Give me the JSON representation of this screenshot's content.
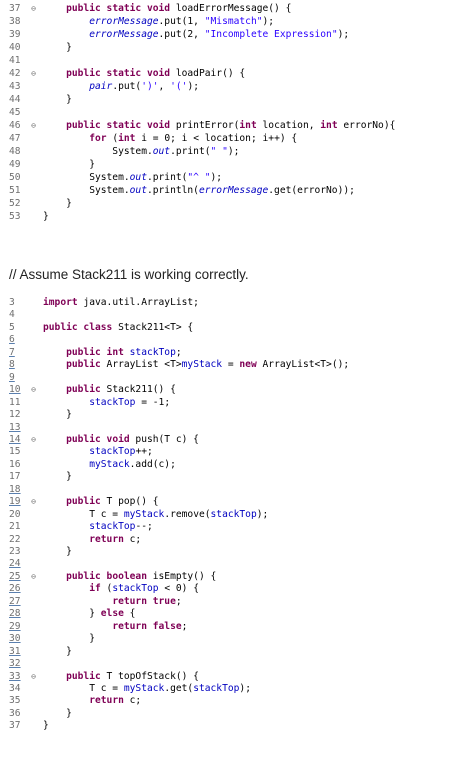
{
  "heading": "// Assume Stack211 is working correctly.",
  "block1": {
    "lines": [
      {
        "n": "37",
        "fold": true,
        "segs": [
          [
            "",
            "    "
          ],
          [
            "kw",
            "public static void "
          ],
          [
            "",
            "loadErrorMessage() {"
          ]
        ]
      },
      {
        "n": "38",
        "segs": [
          [
            "",
            "        "
          ],
          [
            "fldi",
            "errorMessage"
          ],
          [
            "",
            ".put(1, "
          ],
          [
            "str",
            "\"Mismatch\""
          ],
          [
            "",
            ");"
          ]
        ]
      },
      {
        "n": "39",
        "segs": [
          [
            "",
            "        "
          ],
          [
            "fldi",
            "errorMessage"
          ],
          [
            "",
            ".put(2, "
          ],
          [
            "str",
            "\"Incomplete Expression\""
          ],
          [
            "",
            ");"
          ]
        ]
      },
      {
        "n": "40",
        "segs": [
          [
            "",
            "    }"
          ]
        ]
      },
      {
        "n": "41",
        "segs": []
      },
      {
        "n": "42",
        "fold": true,
        "segs": [
          [
            "",
            "    "
          ],
          [
            "kw",
            "public static void "
          ],
          [
            "",
            "loadPair() {"
          ]
        ]
      },
      {
        "n": "43",
        "segs": [
          [
            "",
            "        "
          ],
          [
            "fldi",
            "pair"
          ],
          [
            "",
            ".put("
          ],
          [
            "str",
            "')'"
          ],
          [
            "",
            ", "
          ],
          [
            "str",
            "'('"
          ],
          [
            "",
            ");"
          ]
        ]
      },
      {
        "n": "44",
        "segs": [
          [
            "",
            "    }"
          ]
        ]
      },
      {
        "n": "45",
        "segs": []
      },
      {
        "n": "46",
        "fold": true,
        "segs": [
          [
            "",
            "    "
          ],
          [
            "kw",
            "public static void "
          ],
          [
            "",
            "printError("
          ],
          [
            "kw",
            "int "
          ],
          [
            "",
            "location, "
          ],
          [
            "kw",
            "int "
          ],
          [
            "",
            "errorNo){"
          ]
        ]
      },
      {
        "n": "47",
        "segs": [
          [
            "",
            "        "
          ],
          [
            "kw",
            "for "
          ],
          [
            "",
            "("
          ],
          [
            "kw",
            "int "
          ],
          [
            "",
            "i = 0; i < location; i++) {"
          ]
        ]
      },
      {
        "n": "48",
        "segs": [
          [
            "",
            "            System."
          ],
          [
            "fldi",
            "out"
          ],
          [
            "",
            ".print("
          ],
          [
            "str",
            "\" \""
          ],
          [
            "",
            ");"
          ]
        ]
      },
      {
        "n": "49",
        "segs": [
          [
            "",
            "        }"
          ]
        ]
      },
      {
        "n": "50",
        "segs": [
          [
            "",
            "        System."
          ],
          [
            "fldi",
            "out"
          ],
          [
            "",
            ".print("
          ],
          [
            "str",
            "\"^ \""
          ],
          [
            "",
            ");"
          ]
        ]
      },
      {
        "n": "51",
        "segs": [
          [
            "",
            "        System."
          ],
          [
            "fldi",
            "out"
          ],
          [
            "",
            ".println("
          ],
          [
            "fldi",
            "errorMessage"
          ],
          [
            "",
            ".get(errorNo));"
          ]
        ]
      },
      {
        "n": "52",
        "segs": [
          [
            "",
            "    }"
          ]
        ]
      },
      {
        "n": "53",
        "segs": [
          [
            "",
            "}"
          ]
        ]
      }
    ]
  },
  "block2": {
    "lines": [
      {
        "n": "3",
        "segs": [
          [
            "kw",
            "import "
          ],
          [
            "",
            "java.util.ArrayList;"
          ]
        ]
      },
      {
        "n": "4",
        "segs": []
      },
      {
        "n": "5",
        "segs": [
          [
            "kw",
            "public class "
          ],
          [
            "",
            "Stack211<T> {"
          ]
        ]
      },
      {
        "n": "6",
        "segs": []
      },
      {
        "n": "7",
        "segs": [
          [
            "",
            "    "
          ],
          [
            "kw",
            "public int "
          ],
          [
            "fld",
            "stackTop"
          ],
          [
            "",
            ";"
          ]
        ]
      },
      {
        "n": "8",
        "segs": [
          [
            "",
            "    "
          ],
          [
            "kw",
            "public "
          ],
          [
            "",
            "ArrayList <T>"
          ],
          [
            "fld",
            "myStack"
          ],
          [
            "",
            " = "
          ],
          [
            "kw",
            "new "
          ],
          [
            "",
            "ArrayList<T>();"
          ]
        ]
      },
      {
        "n": "9",
        "segs": []
      },
      {
        "n": "10",
        "fold": true,
        "segs": [
          [
            "",
            "    "
          ],
          [
            "kw",
            "public "
          ],
          [
            "",
            "Stack211() {"
          ]
        ]
      },
      {
        "n": "11",
        "segs": [
          [
            "",
            "        "
          ],
          [
            "fld",
            "stackTop"
          ],
          [
            "",
            " = -1;"
          ]
        ]
      },
      {
        "n": "12",
        "segs": [
          [
            "",
            "    }"
          ]
        ]
      },
      {
        "n": "13",
        "segs": []
      },
      {
        "n": "14",
        "fold": true,
        "segs": [
          [
            "",
            "    "
          ],
          [
            "kw",
            "public void "
          ],
          [
            "",
            "push(T c) {"
          ]
        ]
      },
      {
        "n": "15",
        "segs": [
          [
            "",
            "        "
          ],
          [
            "fld",
            "stackTop"
          ],
          [
            "",
            "++;"
          ]
        ]
      },
      {
        "n": "16",
        "segs": [
          [
            "",
            "        "
          ],
          [
            "fld",
            "myStack"
          ],
          [
            "",
            ".add(c);"
          ]
        ]
      },
      {
        "n": "17",
        "segs": [
          [
            "",
            "    }"
          ]
        ]
      },
      {
        "n": "18",
        "segs": []
      },
      {
        "n": "19",
        "fold": true,
        "segs": [
          [
            "",
            "    "
          ],
          [
            "kw",
            "public "
          ],
          [
            "",
            "T pop() {"
          ]
        ]
      },
      {
        "n": "20",
        "segs": [
          [
            "",
            "        T c = "
          ],
          [
            "fld",
            "myStack"
          ],
          [
            "",
            ".remove("
          ],
          [
            "fld",
            "stackTop"
          ],
          [
            "",
            ");"
          ]
        ]
      },
      {
        "n": "21",
        "segs": [
          [
            "",
            "        "
          ],
          [
            "fld",
            "stackTop"
          ],
          [
            "",
            "--;"
          ]
        ]
      },
      {
        "n": "22",
        "segs": [
          [
            "",
            "        "
          ],
          [
            "kw",
            "return "
          ],
          [
            "",
            "c;"
          ]
        ]
      },
      {
        "n": "23",
        "segs": [
          [
            "",
            "    }"
          ]
        ]
      },
      {
        "n": "24",
        "segs": []
      },
      {
        "n": "25",
        "fold": true,
        "segs": [
          [
            "",
            "    "
          ],
          [
            "kw",
            "public boolean "
          ],
          [
            "",
            "isEmpty() {"
          ]
        ]
      },
      {
        "n": "26",
        "segs": [
          [
            "",
            "        "
          ],
          [
            "kw",
            "if "
          ],
          [
            "",
            "("
          ],
          [
            "fld",
            "stackTop"
          ],
          [
            "",
            " < 0) {"
          ]
        ]
      },
      {
        "n": "27",
        "segs": [
          [
            "",
            "            "
          ],
          [
            "kw",
            "return true"
          ],
          [
            "",
            ";"
          ]
        ]
      },
      {
        "n": "28",
        "segs": [
          [
            "",
            "        } "
          ],
          [
            "kw",
            "else "
          ],
          [
            "",
            "{"
          ]
        ]
      },
      {
        "n": "29",
        "segs": [
          [
            "",
            "            "
          ],
          [
            "kw",
            "return false"
          ],
          [
            "",
            ";"
          ]
        ]
      },
      {
        "n": "30",
        "segs": [
          [
            "",
            "        }"
          ]
        ]
      },
      {
        "n": "31",
        "segs": [
          [
            "",
            "    }"
          ]
        ]
      },
      {
        "n": "32",
        "segs": []
      },
      {
        "n": "33",
        "fold": true,
        "segs": [
          [
            "",
            "    "
          ],
          [
            "kw",
            "public "
          ],
          [
            "",
            "T topOfStack() {"
          ]
        ]
      },
      {
        "n": "34",
        "segs": [
          [
            "",
            "        T c = "
          ],
          [
            "fld",
            "myStack"
          ],
          [
            "",
            ".get("
          ],
          [
            "fld",
            "stackTop"
          ],
          [
            "",
            ");"
          ]
        ]
      },
      {
        "n": "35",
        "segs": [
          [
            "",
            "        "
          ],
          [
            "kw",
            "return "
          ],
          [
            "",
            "c;"
          ]
        ]
      },
      {
        "n": "36",
        "segs": [
          [
            "",
            "    }"
          ]
        ]
      },
      {
        "n": "37",
        "segs": [
          [
            "",
            "}"
          ]
        ]
      }
    ]
  },
  "colors": {
    "keyword": "#7f0055",
    "string": "#2a00ff",
    "field": "#0000c0",
    "line_number": "#6f6f6f",
    "gutter_marker": "#5a7fae"
  },
  "icons": {
    "fold": "collapse-circle-icon"
  }
}
